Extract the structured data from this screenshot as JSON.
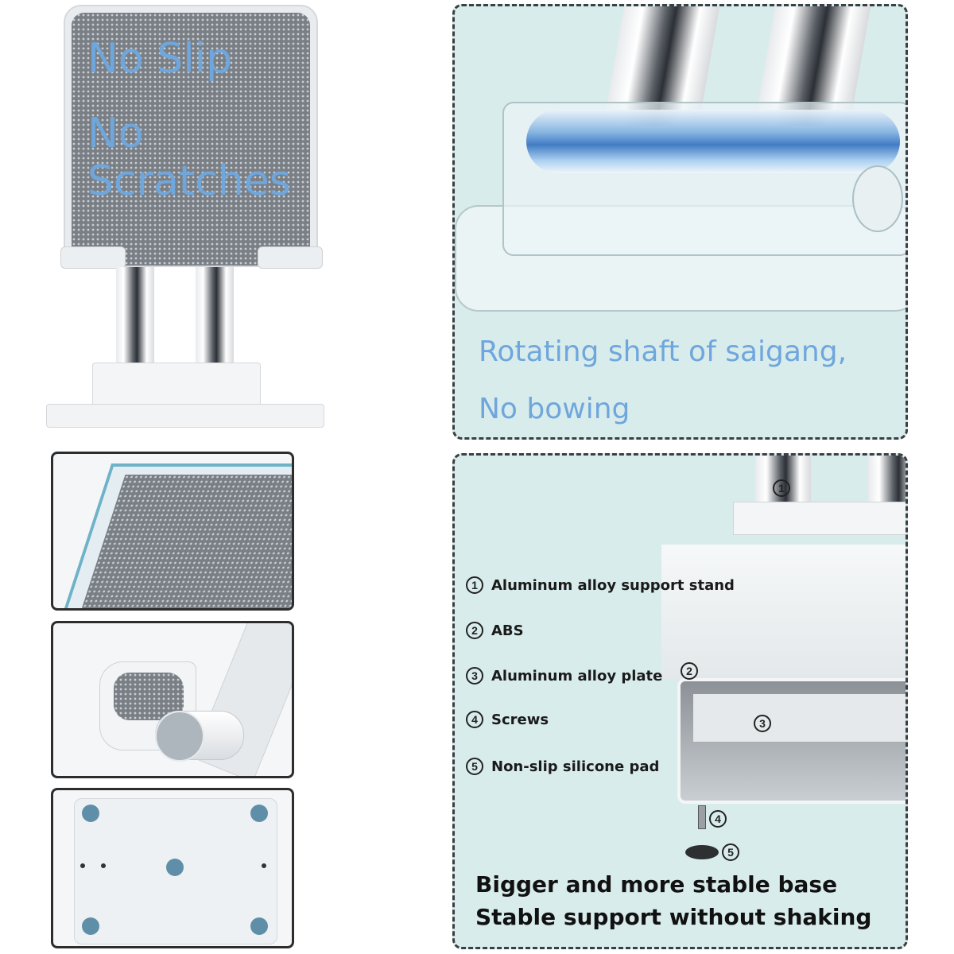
{
  "main_product": {
    "overlay_line1": "No Slip",
    "overlay_line2": "No Scratches"
  },
  "shaft_panel": {
    "caption_line1": "Rotating shaft of saigang,",
    "caption_line2": "No bowing"
  },
  "structure_panel": {
    "legend": [
      {
        "num": "1",
        "label": "Aluminum alloy support stand"
      },
      {
        "num": "2",
        "label": "ABS"
      },
      {
        "num": "3",
        "label": "Aluminum alloy plate"
      },
      {
        "num": "4",
        "label": "Screws"
      },
      {
        "num": "5",
        "label": "Non-slip silicone pad"
      }
    ],
    "callouts": [
      "1",
      "2",
      "3",
      "4",
      "5"
    ],
    "caption_line1": "Bigger and more stable base",
    "caption_line2": "Stable support without shaking"
  },
  "colors": {
    "overlay_text": "#6fa6dc",
    "panel_background": "#d9ecec",
    "silicone_pad": "#5f8fa8"
  }
}
